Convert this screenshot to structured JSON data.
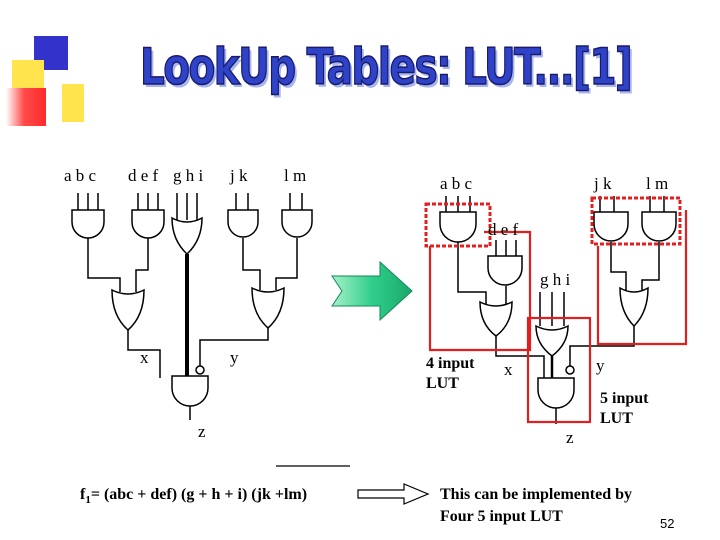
{
  "slide": {
    "title": "LookUp Tables: LUT...[1]",
    "page_number": "52"
  },
  "left_circuit": {
    "input_labels": [
      "a b c",
      "d e f",
      "g h i",
      "j k",
      "l m"
    ],
    "x_label": "x",
    "y_label": "y",
    "z_label": "z",
    "formula_prefix": "f",
    "formula_subscript": "1",
    "formula_body": "= (abc + def) (g + h + i) (jk +lm)"
  },
  "right_circuit": {
    "abc_label": "a b c",
    "def_label": "d e f",
    "ghi_label": "g h i",
    "jk_label": "j  k",
    "lm_label": "l  m",
    "x_label": "x",
    "y_label": "y",
    "z_label": "z",
    "lut4_line1": "4 input",
    "lut4_line2": "LUT",
    "lut5_line1": "5 input",
    "lut5_line2": "LUT"
  },
  "bottom_note": {
    "line1": "This can be implemented by",
    "line2": "Four 5 input LUT"
  },
  "colors": {
    "title_blue": "#2f43c8",
    "square_red": "#ff2a2a",
    "square_yellow": "#ffe44d",
    "square_blue": "#3333cc",
    "lut_red": "#e02020",
    "arrow_green": "#2fcf8a"
  }
}
